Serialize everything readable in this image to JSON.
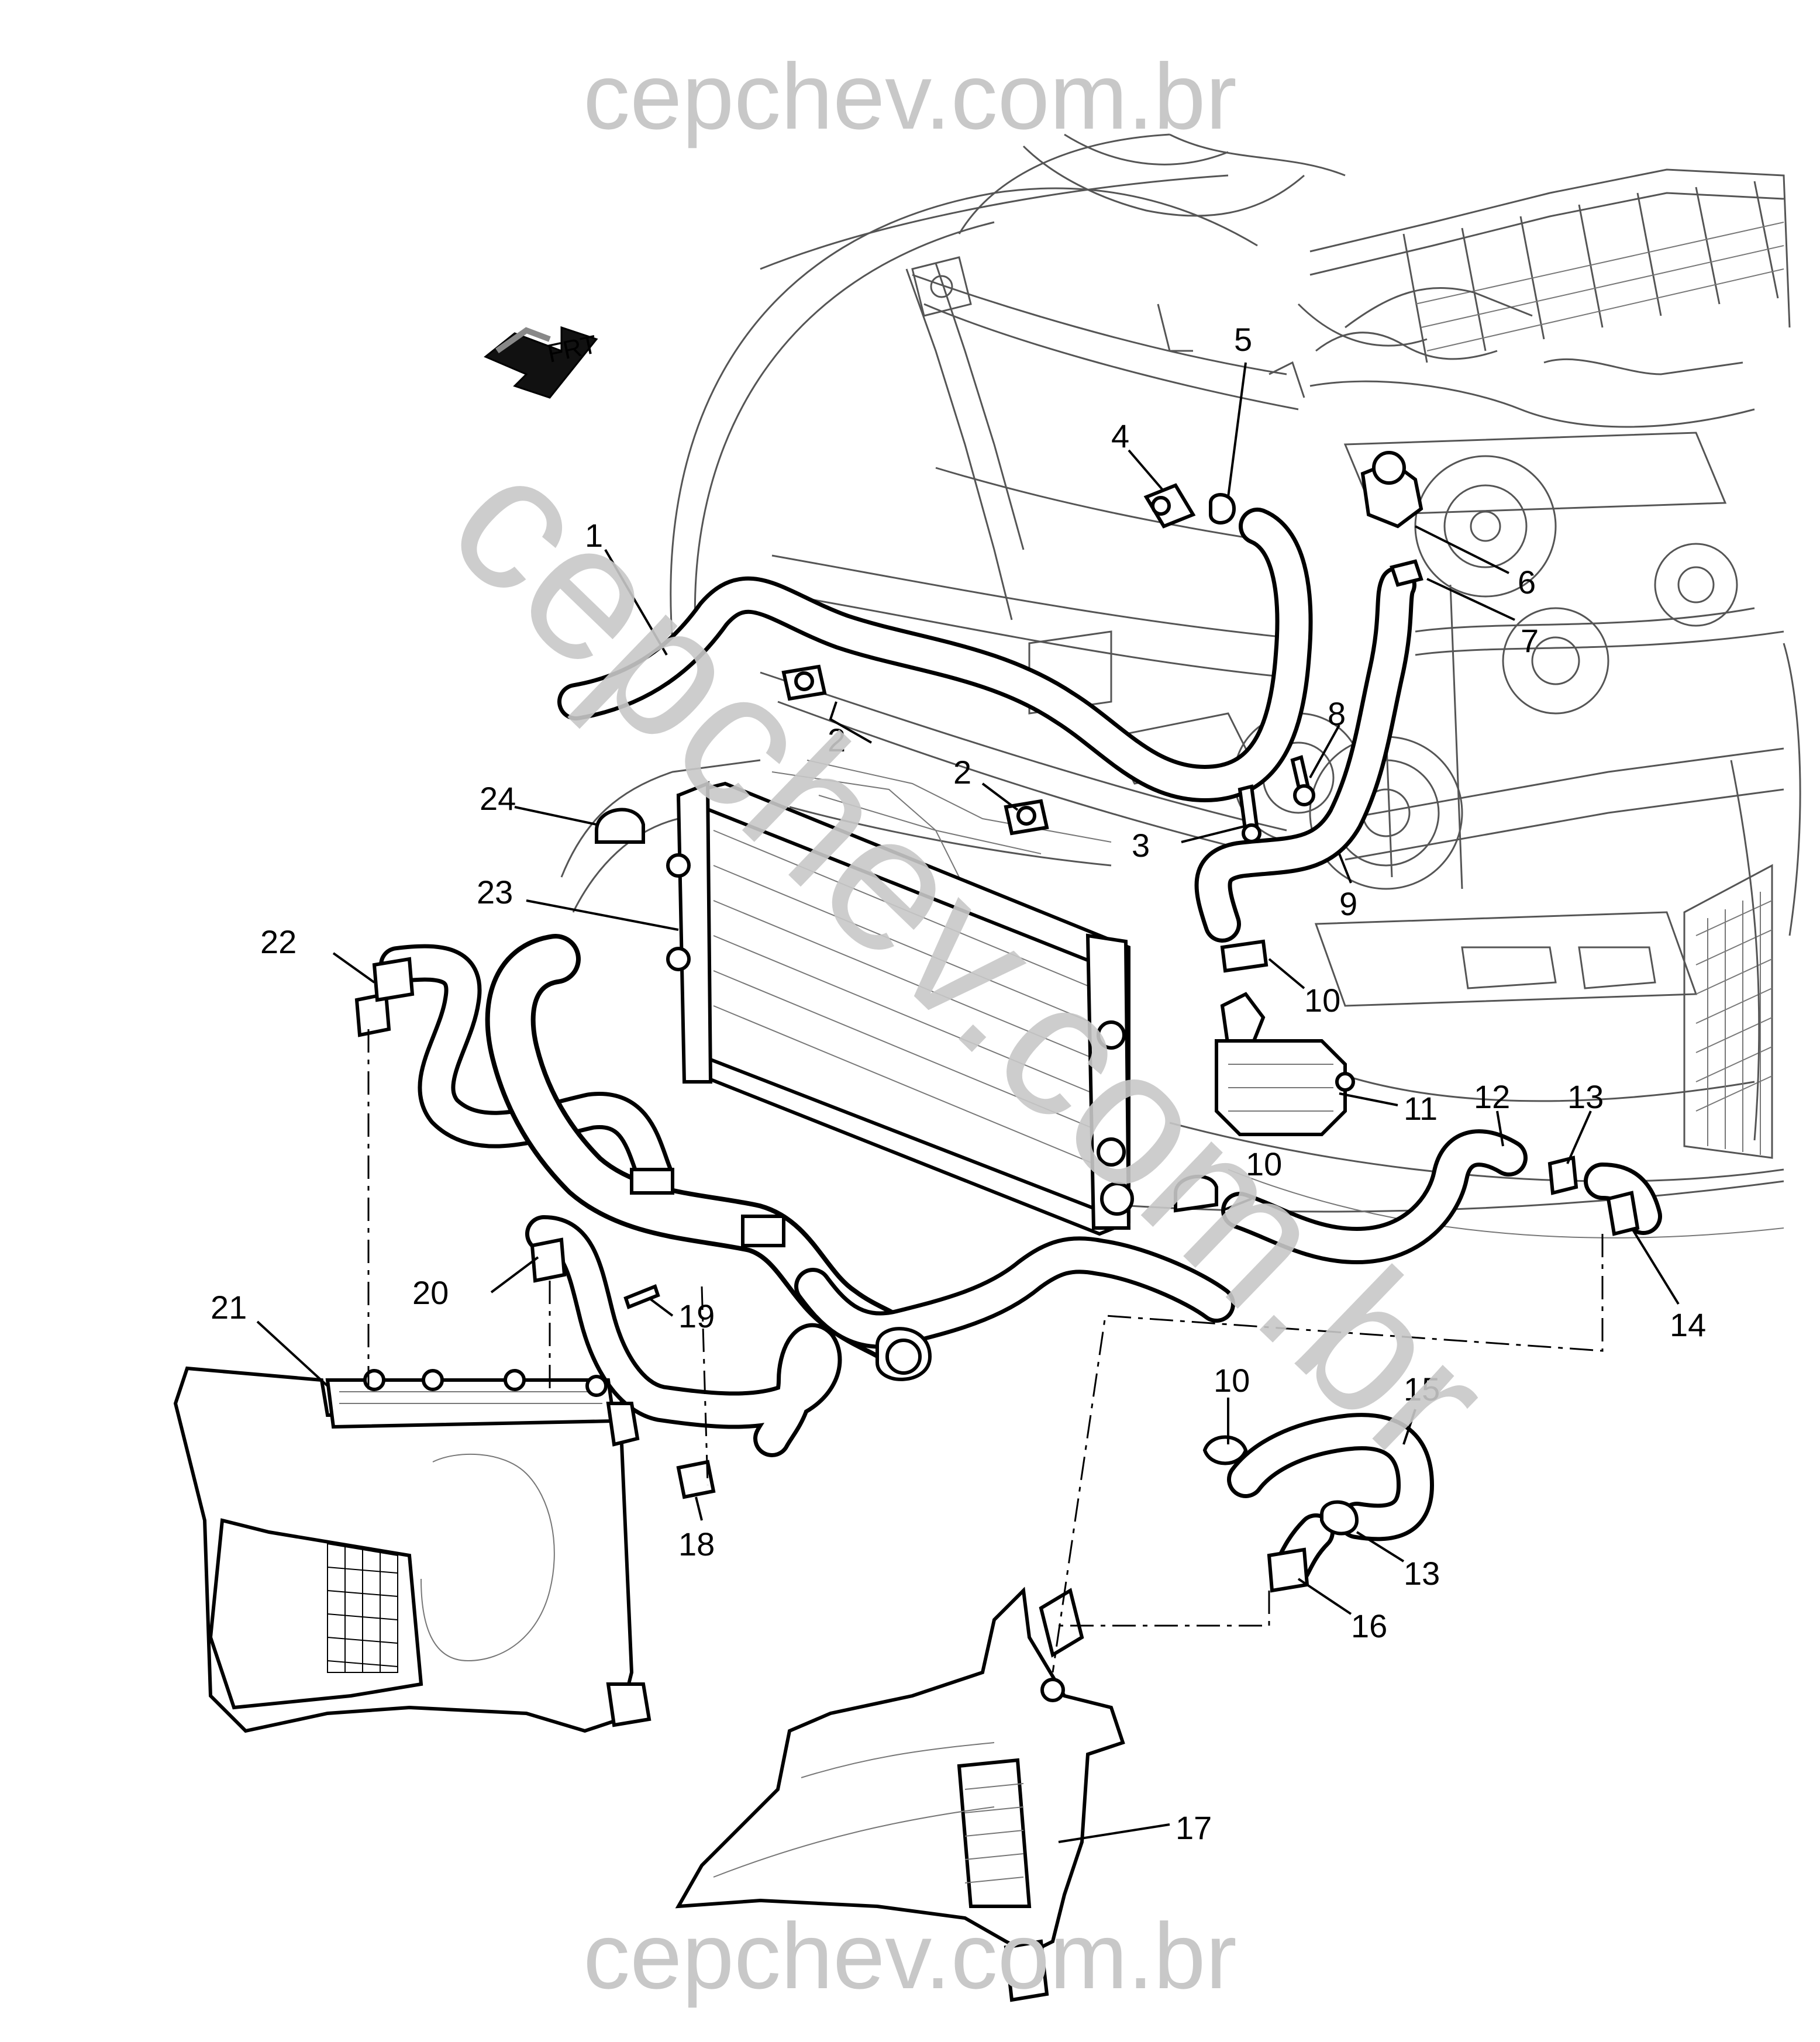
{
  "watermarks": {
    "top": "cepchev.com.br",
    "bottom": "cepchev.com.br",
    "diagonal": "cepchev.com.br"
  },
  "direction_arrow": {
    "label": "FRT"
  },
  "callouts": [
    {
      "id": "c1",
      "label": "1"
    },
    {
      "id": "c2a",
      "label": "2"
    },
    {
      "id": "c2b",
      "label": "2"
    },
    {
      "id": "c3",
      "label": "3"
    },
    {
      "id": "c4",
      "label": "4"
    },
    {
      "id": "c5",
      "label": "5"
    },
    {
      "id": "c6",
      "label": "6"
    },
    {
      "id": "c7",
      "label": "7"
    },
    {
      "id": "c8",
      "label": "8"
    },
    {
      "id": "c9",
      "label": "9"
    },
    {
      "id": "c10a",
      "label": "10"
    },
    {
      "id": "c10b",
      "label": "10"
    },
    {
      "id": "c10c",
      "label": "10"
    },
    {
      "id": "c11",
      "label": "11"
    },
    {
      "id": "c12",
      "label": "12"
    },
    {
      "id": "c13a",
      "label": "13"
    },
    {
      "id": "c13b",
      "label": "13"
    },
    {
      "id": "c14",
      "label": "14"
    },
    {
      "id": "c15",
      "label": "15"
    },
    {
      "id": "c16",
      "label": "16"
    },
    {
      "id": "c17",
      "label": "17"
    },
    {
      "id": "c18",
      "label": "18"
    },
    {
      "id": "c19",
      "label": "19"
    },
    {
      "id": "c20",
      "label": "20"
    },
    {
      "id": "c21",
      "label": "21"
    },
    {
      "id": "c22",
      "label": "22"
    },
    {
      "id": "c23",
      "label": "23"
    },
    {
      "id": "c24",
      "label": "24"
    }
  ]
}
